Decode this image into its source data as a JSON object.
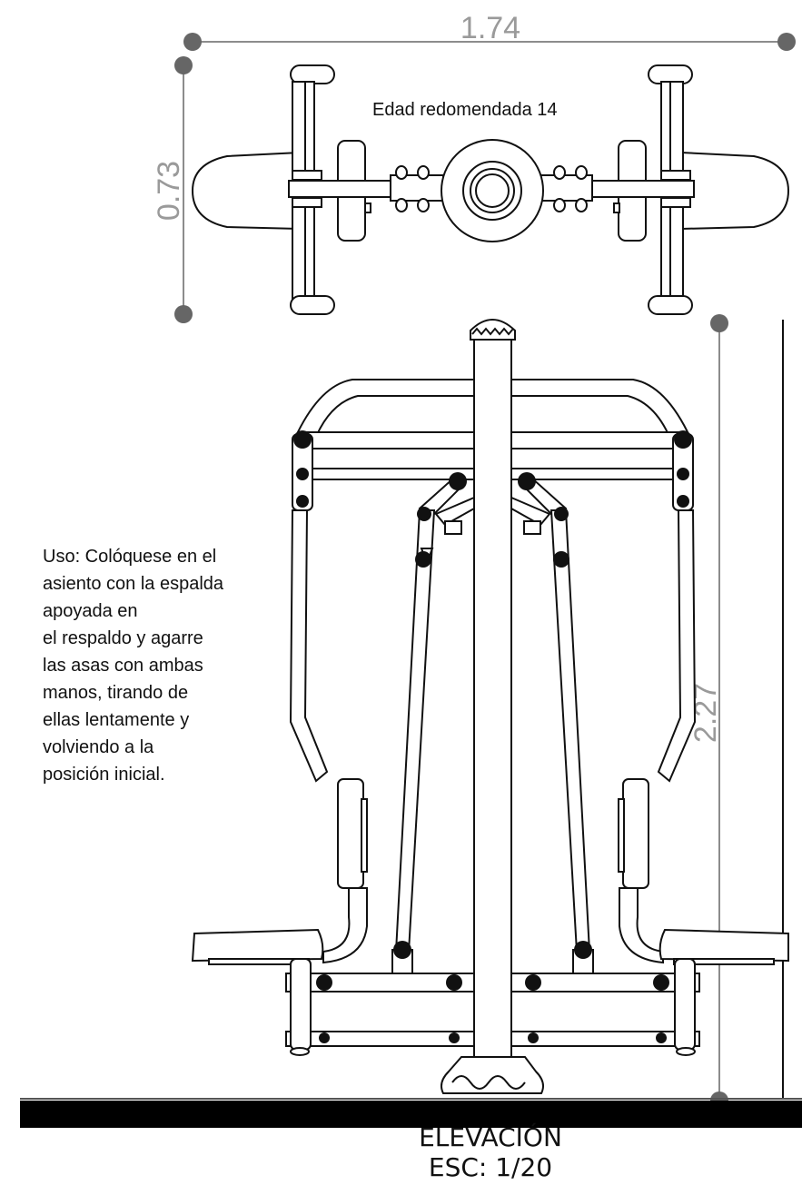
{
  "top_view": {
    "width_dimension": "1.74",
    "depth_dimension": "0.73",
    "age_note": "Edad redomendada 14"
  },
  "elevation": {
    "height_dimension": "2.27"
  },
  "usage_text": [
    "Uso: Colóquese en el",
    "asiento con la espalda",
    "apoyada en",
    "el respaldo y agarre",
    "las asas con ambas",
    "manos, tirando de",
    "ellas lentamente y",
    "volviendo a la",
    "posición inicial."
  ],
  "title_block": {
    "view_name": "ELEVACIÓN",
    "scale": "ESC: 1/20"
  },
  "colors": {
    "line": "#111111",
    "dimension": "#8c8c8c",
    "dimension_text": "#9a9a9a"
  }
}
